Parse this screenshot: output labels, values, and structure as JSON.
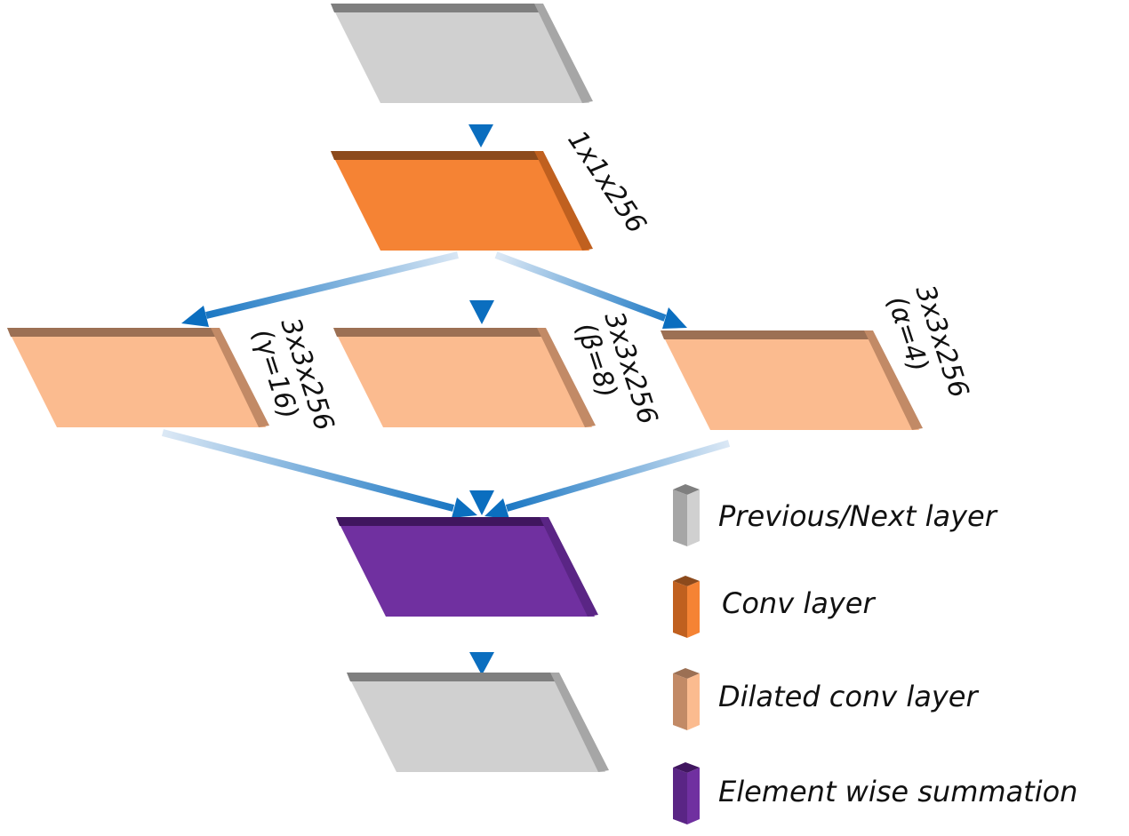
{
  "blocks": {
    "input": {
      "kind": "previous_next"
    },
    "conv": {
      "kind": "conv",
      "label": "1x1x256"
    },
    "dilated_left": {
      "kind": "dilated",
      "label_line1": "3x3x256",
      "label_line2": "(γ=16)"
    },
    "dilated_middle": {
      "kind": "dilated",
      "label_line1": "3x3x256",
      "label_line2": "(β=8)"
    },
    "dilated_right": {
      "kind": "dilated",
      "label_line1": "3x3x256",
      "label_line2": "(α=4)"
    },
    "summation": {
      "kind": "summation"
    },
    "output": {
      "kind": "previous_next"
    }
  },
  "legend": {
    "previous_next": "Previous/Next layer",
    "conv": "Conv layer",
    "dilated": "Dilated conv layer",
    "summation": "Element wise summation"
  },
  "colors": {
    "previous_next": {
      "face": "#d0d0d0",
      "top": "#7f7f7f",
      "side": "#a6a6a6"
    },
    "conv": {
      "face": "#f58334",
      "top": "#8c4a1c",
      "side": "#c0601f"
    },
    "dilated": {
      "face": "#fbbb8f",
      "top": "#9c7054",
      "side": "#c28a66"
    },
    "summation": {
      "face": "#7030a0",
      "top": "#40165f",
      "side": "#5a2585"
    },
    "arrow": "#0b6ebf",
    "arrow_fade": "#dbe8f5"
  }
}
